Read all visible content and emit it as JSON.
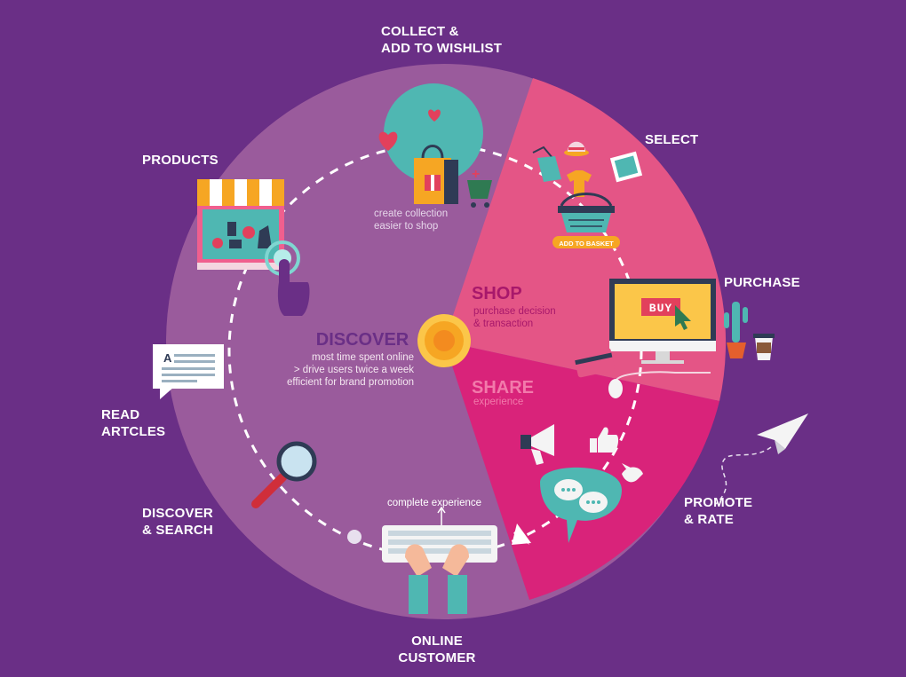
{
  "colors": {
    "background": "#6a2f86",
    "discover_sector": "#9a5b9c",
    "shop_sector": "#e45586",
    "share_sector": "#d9237a",
    "accent_orange": "#f6a623",
    "accent_teal": "#4fb7b2"
  },
  "stages": {
    "collect": {
      "line1": "COLLECT &",
      "line2": "ADD TO WISHLIST"
    },
    "select": {
      "label": "SELECT"
    },
    "products": {
      "label": "PRODUCTS"
    },
    "purchase": {
      "label": "PURCHASE"
    },
    "read": {
      "line1": "READ",
      "line2": "ARTCLES"
    },
    "discover_search": {
      "line1": "DISCOVER",
      "line2": "& SEARCH"
    },
    "promote": {
      "line1": "PROMOTE",
      "line2": "& RATE"
    },
    "online": {
      "line1": "ONLINE",
      "line2": "CUSTOMER"
    }
  },
  "sectors": {
    "discover": {
      "title": "DISCOVER",
      "lines": [
        "most time spent online",
        "> drive users twice a week",
        "efficient for brand promotion"
      ]
    },
    "shop": {
      "title": "SHOP",
      "lines": [
        "purchase decision",
        "& transaction"
      ]
    },
    "share": {
      "title": "SHARE",
      "subtitle": "experience"
    }
  },
  "notes": {
    "wishlist": [
      "create collection",
      "easier to shop"
    ],
    "complete": "complete experience",
    "basket_button": "ADD TO BASKET",
    "buy_button": "BUY",
    "article_letter": "A"
  },
  "icons": [
    "shop-storefront-icon",
    "pointing-hand-icon",
    "shopping-bag-icon",
    "heart-icon",
    "shopping-cart-icon",
    "shopping-basket-icon",
    "desktop-monitor-icon",
    "cactus-icon",
    "coffee-cup-icon",
    "credit-card-icon",
    "mouse-icon",
    "article-bubble-icon",
    "magnifier-icon",
    "keyboard-icon",
    "typing-hands-icon",
    "megaphone-icon",
    "thumbs-up-icon",
    "bird-icon",
    "chat-bubble-icon",
    "paper-plane-icon"
  ]
}
